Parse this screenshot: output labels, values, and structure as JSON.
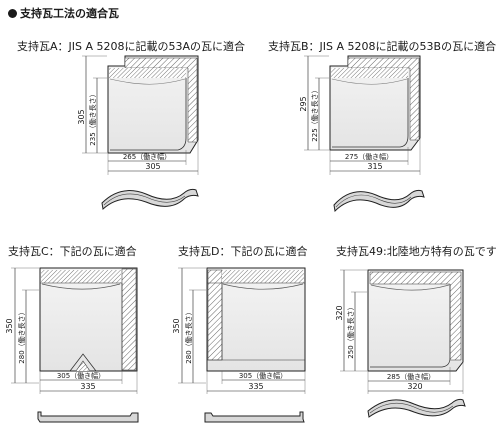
{
  "heading": "支持瓦工法の適合瓦",
  "tiles": [
    {
      "id": "A",
      "caption": "支持瓦A：JIS A 5208に記載の53Aの瓦に適合",
      "height_total": "305",
      "height_working": "235（働き長さ）",
      "width_working": "265（働き幅）",
      "width_total": "305"
    },
    {
      "id": "B",
      "caption": "支持瓦B：JIS A 5208に記載の53Bの瓦に適合",
      "height_total": "295",
      "height_working": "225（働き長さ）",
      "width_working": "275（働き幅）",
      "width_total": "315"
    },
    {
      "id": "C",
      "caption": "支持瓦C：下記の瓦に適合",
      "height_total": "350",
      "height_working": "280（働き長さ）",
      "width_working": "305（働き幅）",
      "width_total": "335"
    },
    {
      "id": "D",
      "caption": "支持瓦D：下記の瓦に適合",
      "height_total": "350",
      "height_working": "280（働き長さ）",
      "width_working": "305（働き幅）",
      "width_total": "335"
    },
    {
      "id": "49",
      "caption": "支持瓦49:北陸地方特有の瓦です",
      "height_total": "320",
      "height_working": "250（働き長さ）",
      "width_working": "285（働き幅）",
      "width_total": "320"
    }
  ]
}
